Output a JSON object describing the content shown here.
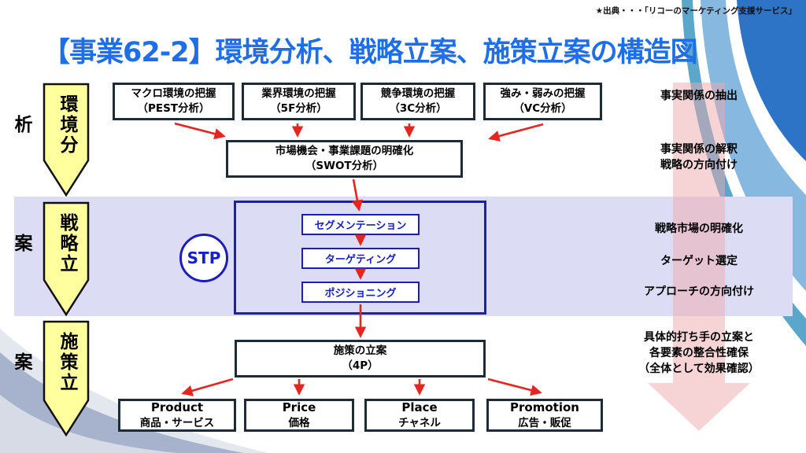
{
  "source_note": "★出典・・・「リコーのマーケティング支援サービス」",
  "title": "【事業62-2】環境分析、戦略立案、施策立案の構造図",
  "phases": [
    {
      "label": "環境分析"
    },
    {
      "label": "戦略立案"
    },
    {
      "label": "施策立案"
    }
  ],
  "analysis_boxes": [
    {
      "line1": "マクロ環境の把握",
      "line2": "（PEST分析）"
    },
    {
      "line1": "業界環境の把握",
      "line2": "（5F分析）"
    },
    {
      "line1": "競争環境の把握",
      "line2": "（3C分析）"
    },
    {
      "line1": "強み・弱みの把握",
      "line2": "（VC分析）"
    }
  ],
  "swot_box": {
    "line1": "市場機会・事業課題の明確化",
    "line2": "（SWOT分析）"
  },
  "stp": {
    "circle_label": "STP",
    "steps": [
      {
        "label": "セグメンテーション"
      },
      {
        "label": "ターゲティング"
      },
      {
        "label": "ポジショニング"
      }
    ]
  },
  "plan_box": {
    "line1": "施策の立案",
    "line2": "（4P）"
  },
  "four_p": [
    {
      "en": "Product",
      "ja": "商品・サービス"
    },
    {
      "en": "Price",
      "ja": "価格"
    },
    {
      "en": "Place",
      "ja": "チャネル"
    },
    {
      "en": "Promotion",
      "ja": "広告・販促"
    }
  ],
  "right_notes": [
    {
      "lines": [
        "事実関係の抽出"
      ]
    },
    {
      "lines": [
        "事実関係の解釈",
        "戦略の方向付け"
      ]
    },
    {
      "lines": [
        "戦略市場の明確化"
      ]
    },
    {
      "lines": [
        "ターゲット選定"
      ]
    },
    {
      "lines": [
        "アプローチの方向付け"
      ]
    },
    {
      "lines": [
        "具体的打ち手の立案と",
        "各要素の整合性確保",
        "（全体として効果確認）"
      ]
    }
  ],
  "colors": {
    "title_blue": "#1d6ee8",
    "box_border": "#1d2a38",
    "stp_blue": "#1d1dbb",
    "arrow_red": "#e52520",
    "phase_yellow": "#ffff9e",
    "strategy_band": "#dcdcf4",
    "flow_pink": "#eda9ad",
    "corner_deep_blue": "#2d74c6",
    "corner_light_blue": "#86b8e0",
    "corner_teal": "#5aa7cb",
    "corner_gray_blue": "#a7b3cc"
  }
}
